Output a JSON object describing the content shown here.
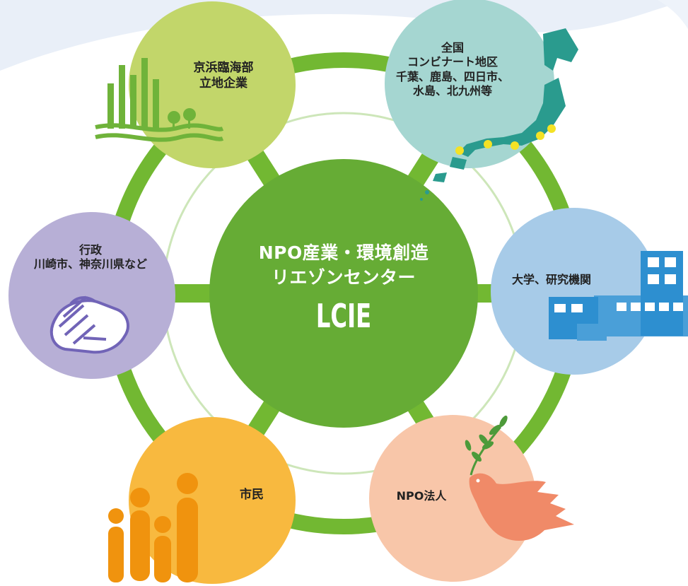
{
  "center": {
    "line1": "NPO産業・環境創造",
    "line2": "リエゾンセンター",
    "line3": "LCIE"
  },
  "nodes": {
    "keihin": {
      "lines": [
        "京浜臨海部",
        "立地企業"
      ],
      "color": "#c2d66a"
    },
    "national": {
      "lines": [
        "全国",
        "コンビナート地区",
        "千葉、鹿島、四日市、",
        "水島、北九州等"
      ],
      "color": "#a5d6d1"
    },
    "university": {
      "lines": [
        "大学、研究機関"
      ],
      "color": "#a7cbe8"
    },
    "npo": {
      "lines": [
        "NPO法人"
      ],
      "color": "#f8c6a9"
    },
    "citizens": {
      "lines": [
        "市民"
      ],
      "color": "#f8b93f"
    },
    "government": {
      "lines": [
        "行政",
        "川崎市、神奈川県など"
      ],
      "color": "#b7afd6"
    }
  },
  "colors": {
    "ring": "#72b832",
    "center": "#66ac35",
    "thin_ring": "#cde6b9",
    "map": "#2a9b8e",
    "map_dot": "#f4e225",
    "building": "#2d8fd0",
    "dove": "#f08a68",
    "people": "#f0930e",
    "city": "#6fb33a",
    "hands": "#7164b7",
    "background_wave": "#e9eff8"
  },
  "icons": [
    "city-skyline-icon",
    "japan-map-icon",
    "building-icon",
    "dove-icon",
    "people-icon",
    "handshake-icon"
  ]
}
